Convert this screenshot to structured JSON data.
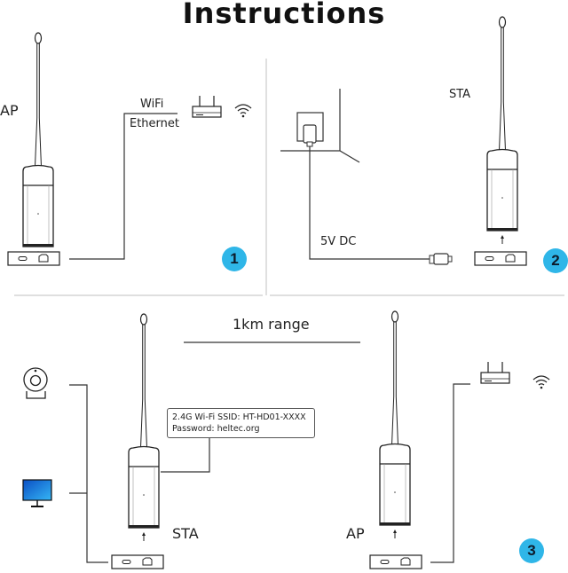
{
  "title": "Instructions",
  "panel1": {
    "device_label": "AP",
    "link_label_top": "WiFi",
    "link_label_bottom": "Ethernet",
    "step_number": "1"
  },
  "panel2": {
    "device_label": "STA",
    "power_label": "5V DC",
    "step_number": "2"
  },
  "panel3": {
    "range_label": "1km range",
    "left_device_label": "STA",
    "right_device_label": "AP",
    "info_line1": "2.4G Wi-Fi SSID: HT-HD01-XXXX",
    "info_line2": "Password: heltec.org",
    "step_number": "3"
  },
  "colors": {
    "badge": "#2fb6e8",
    "monitor": "#1e6fe0",
    "line": "#333333"
  },
  "icons": [
    "antenna-device-icon",
    "router-icon",
    "wifi-icon",
    "power-outlet-icon",
    "usb-c-plug-icon",
    "webcam-icon",
    "monitor-icon",
    "adapter-board-icon"
  ]
}
